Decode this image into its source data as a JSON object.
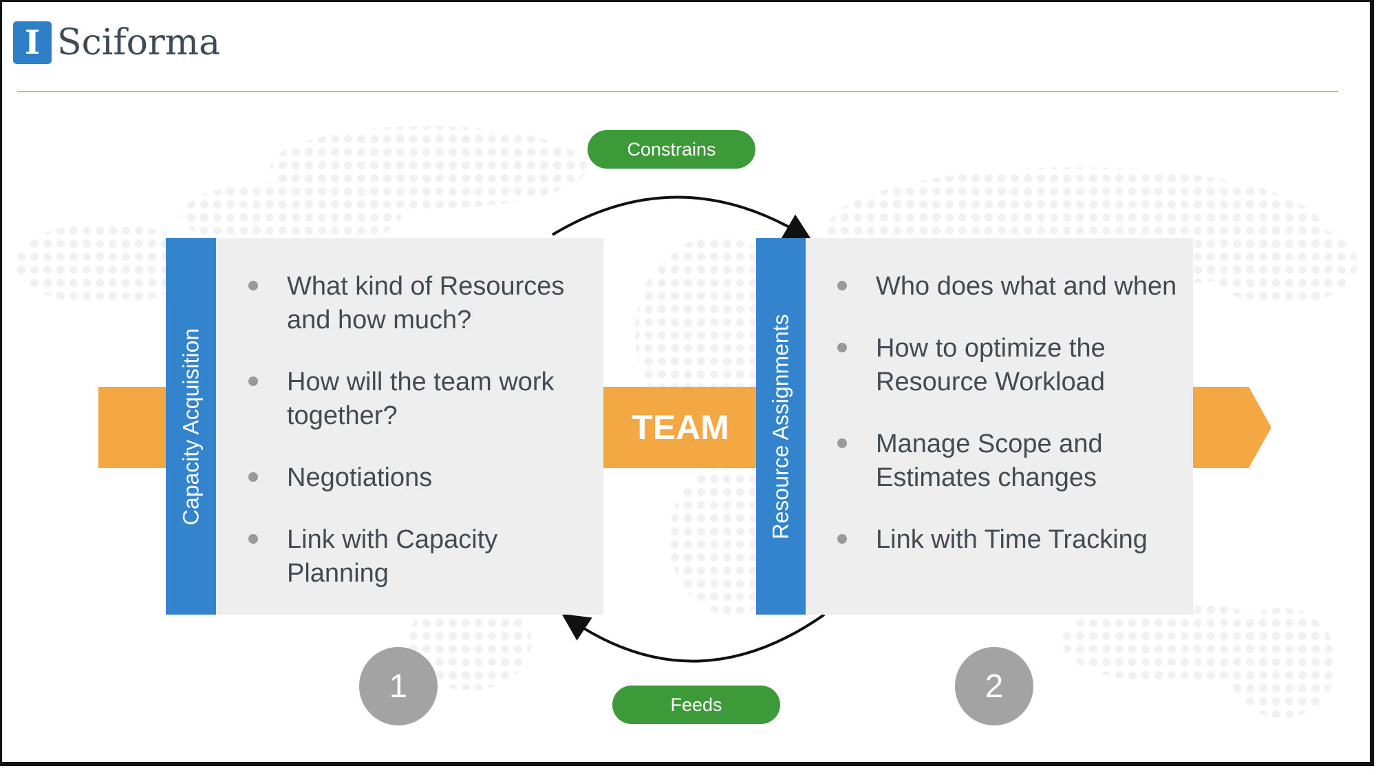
{
  "brand": {
    "name": "Sciforma",
    "mark": "I"
  },
  "colors": {
    "accent_orange": "#f4a844",
    "tab_blue": "#3384cd",
    "pill_green": "#3d9a38",
    "panel_gray": "#eeeeee"
  },
  "center_label": "TEAM",
  "arrows": {
    "top_label": "Constrains",
    "bottom_label": "Feeds"
  },
  "left_panel": {
    "tab_label": "Capacity Acquisition",
    "step_number": "1",
    "bullets": [
      "What kind of Resources and how much?",
      "How will the team work together?",
      "Negotiations",
      "Link with Capacity Planning"
    ]
  },
  "right_panel": {
    "tab_label": "Resource Assignments",
    "step_number": "2",
    "bullets": [
      "Who does what and when",
      "How to optimize the Resource Workload",
      "Manage Scope and Estimates changes",
      "Link with Time Tracking"
    ]
  }
}
